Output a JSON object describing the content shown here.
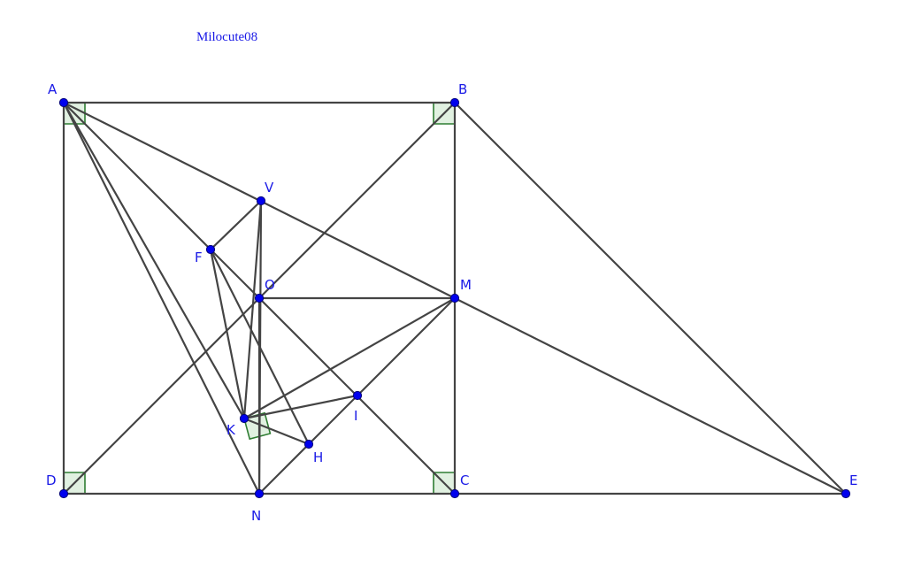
{
  "watermark": "Milocute08",
  "colors": {
    "segment": "#444444",
    "point_fill": "#0000ee",
    "point_stroke": "#00007a",
    "label": "#1a1ae6",
    "right_angle_stroke": "#2e7d32",
    "right_angle_fill": "#c8e6c9"
  },
  "points": [
    {
      "id": "A",
      "label": "A"
    },
    {
      "id": "B",
      "label": "B"
    },
    {
      "id": "C",
      "label": "C"
    },
    {
      "id": "D",
      "label": "D"
    },
    {
      "id": "E",
      "label": "E"
    },
    {
      "id": "M",
      "label": "M"
    },
    {
      "id": "O",
      "label": "O"
    },
    {
      "id": "N",
      "label": "N"
    },
    {
      "id": "V",
      "label": "V"
    },
    {
      "id": "F",
      "label": "F"
    },
    {
      "id": "K",
      "label": "K"
    },
    {
      "id": "H",
      "label": "H"
    },
    {
      "id": "I",
      "label": "I"
    }
  ],
  "segments": [
    [
      "A",
      "B"
    ],
    [
      "B",
      "C"
    ],
    [
      "C",
      "D"
    ],
    [
      "D",
      "A"
    ],
    [
      "B",
      "E"
    ],
    [
      "C",
      "E"
    ],
    [
      "A",
      "E"
    ],
    [
      "B",
      "D"
    ],
    [
      "A",
      "C"
    ],
    [
      "O",
      "M"
    ],
    [
      "O",
      "N"
    ],
    [
      "N",
      "M"
    ],
    [
      "A",
      "K"
    ],
    [
      "A",
      "N"
    ],
    [
      "V",
      "F"
    ],
    [
      "V",
      "K"
    ],
    [
      "V",
      "N"
    ],
    [
      "F",
      "K"
    ],
    [
      "F",
      "H"
    ],
    [
      "K",
      "M"
    ],
    [
      "K",
      "I"
    ],
    [
      "K",
      "H"
    ]
  ],
  "right_angles": [
    "A",
    "B",
    "C",
    "D",
    "K"
  ]
}
